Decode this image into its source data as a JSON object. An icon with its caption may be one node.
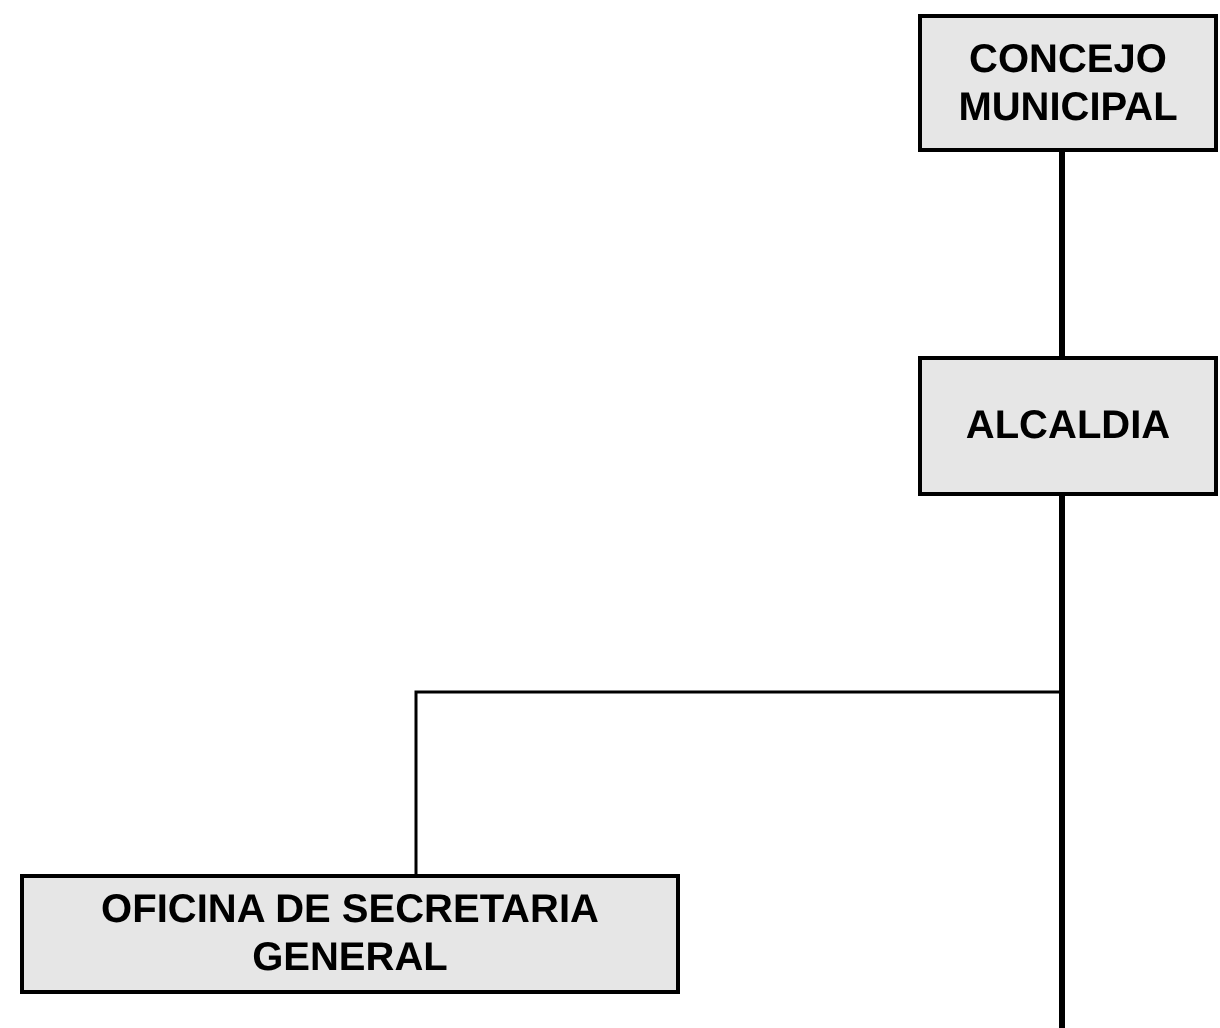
{
  "diagram": {
    "nodes": [
      {
        "text": [
          "CONCEJO MUNICIPAL"
        ]
      },
      {
        "text": [
          "ALCALDIA"
        ]
      },
      {
        "text": [
          "OFICINA DE SECRETARIA GENERAL"
        ]
      }
    ],
    "edges": [
      {
        "from": 0,
        "to": 1,
        "arrow": "none"
      },
      {
        "from": 1,
        "to": 2,
        "arrow": "none"
      },
      {
        "from": 1,
        "to": null,
        "arrow": "none"
      }
    ]
  }
}
